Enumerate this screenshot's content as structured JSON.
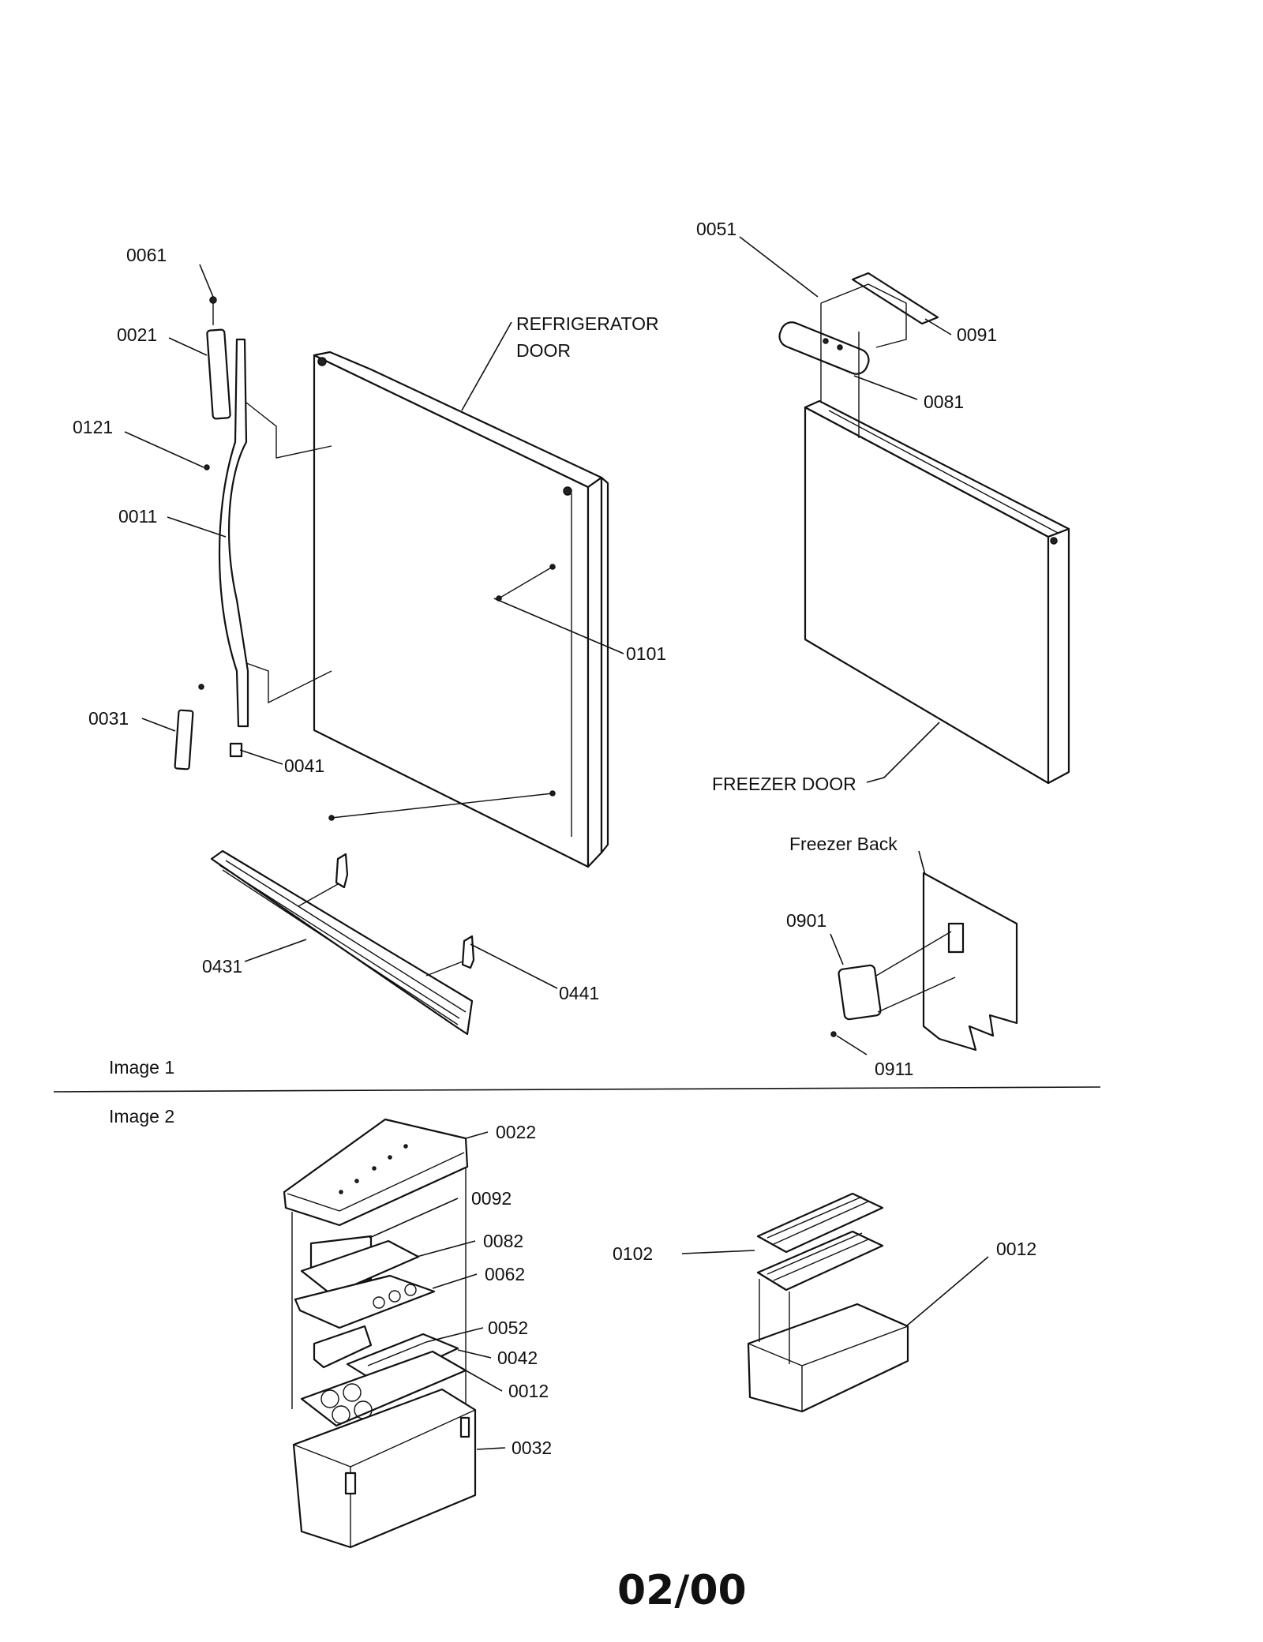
{
  "image1": {
    "section_label": "Image 1",
    "labels": {
      "p0061": "0061",
      "p0021": "0021",
      "p0121": "0121",
      "p0011": "0011",
      "p0031": "0031",
      "p0041": "0041",
      "p0101": "0101",
      "p0431": "0431",
      "p0441": "0441",
      "p0051": "0051",
      "p0091": "0091",
      "p0081": "0081",
      "p0901": "0901",
      "p0911": "0911",
      "refrigerator_door_line1": "REFRIGERATOR",
      "refrigerator_door_line2": "DOOR",
      "freezer_door": "FREEZER DOOR",
      "freezer_back": "Freezer Back"
    }
  },
  "image2": {
    "section_label": "Image 2",
    "labels": {
      "p0022": "0022",
      "p0092": "0092",
      "p0082": "0082",
      "p0062": "0062",
      "p0052": "0052",
      "p0042": "0042",
      "p0012a": "0012",
      "p0032": "0032",
      "p0102": "0102",
      "p0012b": "0012"
    }
  },
  "footer": {
    "revision": "02/00"
  }
}
